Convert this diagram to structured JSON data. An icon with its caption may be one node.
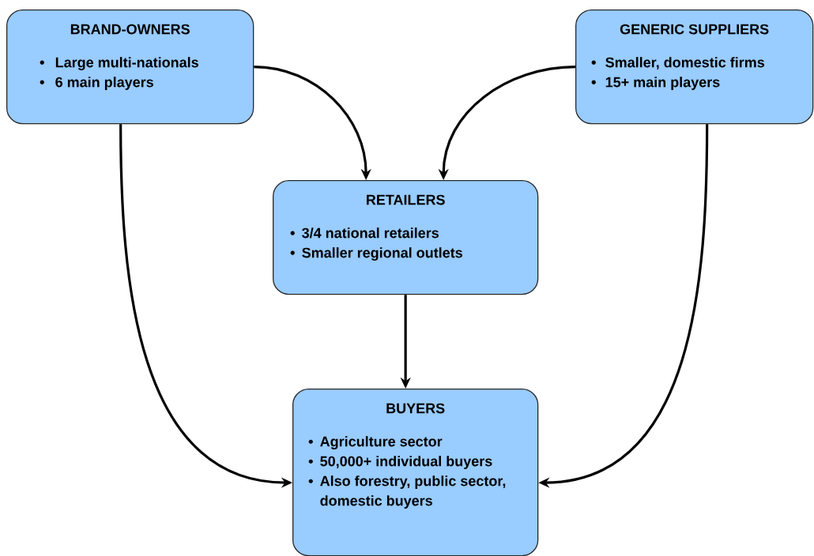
{
  "diagram": {
    "nodes": [
      {
        "text": [
          "BRAND-OWNERS",
          "Large multi-nationals",
          "6 main players"
        ]
      },
      {
        "text": [
          "GENERIC SUPPLIERS",
          "Smaller, domestic firms",
          "15+ main players"
        ]
      },
      {
        "text": [
          "RETAILERS",
          "3/4 national retailers",
          "Smaller regional outlets"
        ]
      },
      {
        "text": [
          "BUYERS",
          "Agriculture sector",
          "50,000+ individual buyers",
          "Also forestry, public sector, domestic buyers"
        ]
      }
    ],
    "edges": [
      {
        "from": 0,
        "to": 2,
        "arrow": "to"
      },
      {
        "from": 1,
        "to": 2,
        "arrow": "to"
      },
      {
        "from": 2,
        "to": 3,
        "arrow": "to"
      },
      {
        "from": 0,
        "to": 3,
        "arrow": "to"
      },
      {
        "from": 1,
        "to": 3,
        "arrow": "to"
      }
    ]
  }
}
